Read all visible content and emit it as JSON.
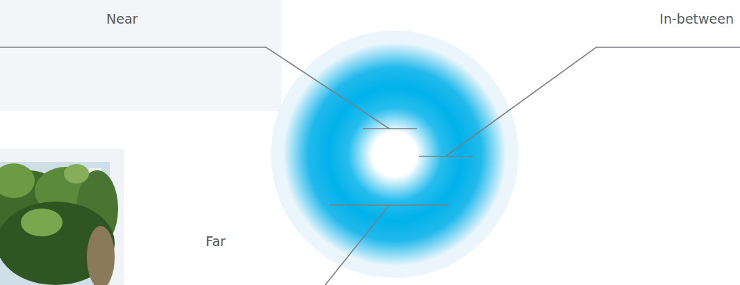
{
  "diagram": {
    "labels": [
      "Near",
      "In-between",
      "Far"
    ]
  }
}
